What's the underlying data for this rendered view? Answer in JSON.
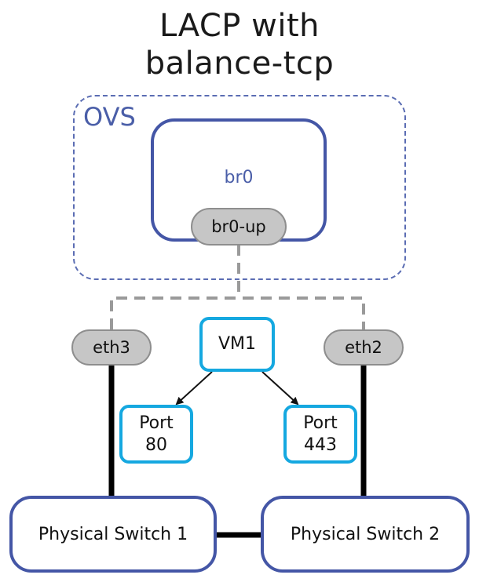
{
  "title": {
    "line1": "LACP with",
    "line2": "balance-tcp"
  },
  "ovs": {
    "label": "OVS"
  },
  "bridge": {
    "label": "br0",
    "uplink": "br0-up"
  },
  "interfaces": {
    "left": "eth3",
    "right": "eth2"
  },
  "vm": {
    "label": "VM1"
  },
  "ports": {
    "left": "Port\n80",
    "right": "Port\n443"
  },
  "switches": {
    "left": "Physical Switch 1",
    "right": "Physical Switch 2"
  },
  "colors": {
    "ovs_blue": "#4456a6",
    "vm_cyan": "#15a8e0",
    "pill_gray": "#c6c6c6",
    "dashed_gray": "#9a9a9a"
  }
}
